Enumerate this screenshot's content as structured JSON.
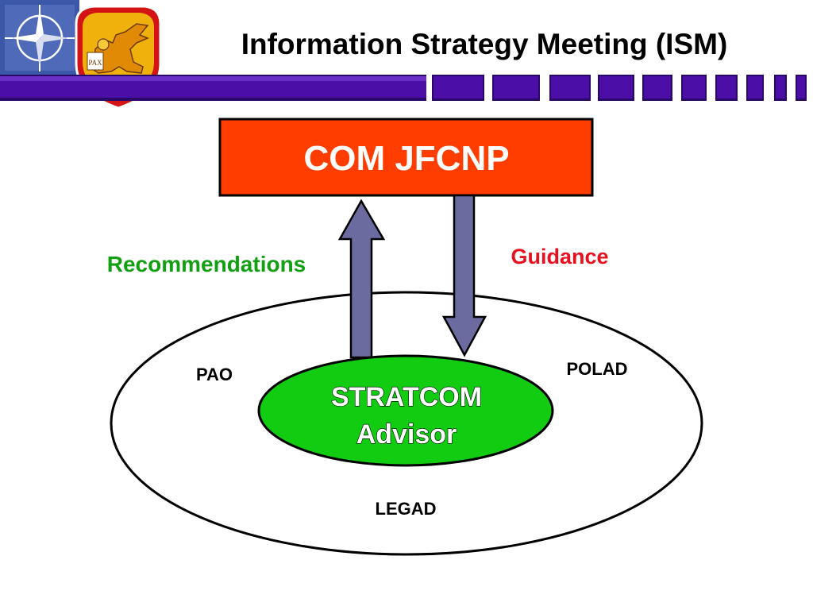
{
  "header": {
    "title": "Information Strategy Meeting (ISM)",
    "crest_text": "PAX",
    "bar_color": "#4b0fa8",
    "block_color": "#4b0fa8"
  },
  "diagram": {
    "top_box": {
      "label": "COM JFCNP",
      "fill": "#ff3d00"
    },
    "arrows": {
      "fill": "#6b6ba0",
      "up_label": "Recommendations",
      "up_label_color": "#11a011",
      "down_label": "Guidance",
      "down_label_color": "#e6101e"
    },
    "center": {
      "line1": "STRATCOM",
      "line2": "Advisor",
      "fill": "#11cc11"
    },
    "members": {
      "left": "PAO",
      "right": "POLAD",
      "bottom": "LEGAD"
    }
  }
}
